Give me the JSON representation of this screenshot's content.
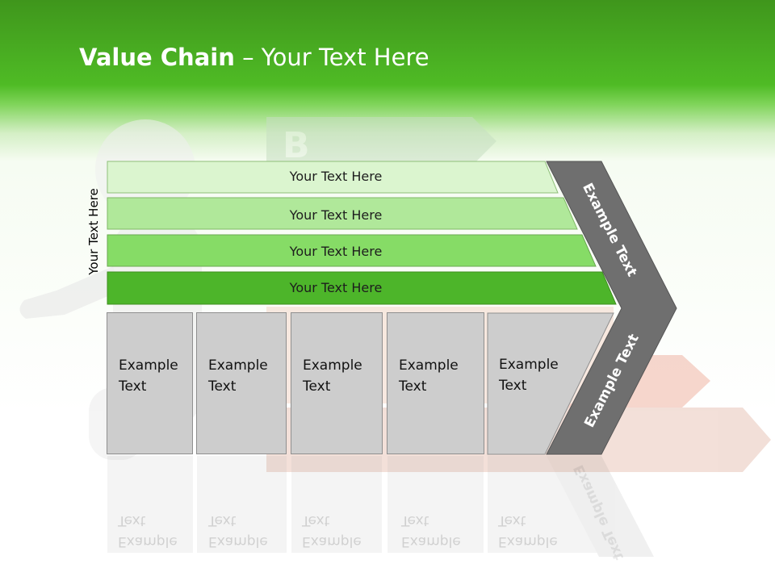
{
  "title": {
    "bold": "Value Chain",
    "rest": " – Your Text Here"
  },
  "side_label": "Your Text Here",
  "bars": [
    {
      "label": "Your Text Here",
      "color": "#dbf5cf"
    },
    {
      "label": "Your Text Here",
      "color": "#b0e89a"
    },
    {
      "label": "Your Text Here",
      "color": "#86dc66"
    },
    {
      "label": "Your Text Here",
      "color": "#4db52a"
    }
  ],
  "boxes": [
    {
      "line1": "Example",
      "line2": "Text"
    },
    {
      "line1": "Example",
      "line2": "Text"
    },
    {
      "line1": "Example",
      "line2": "Text"
    },
    {
      "line1": "Example",
      "line2": "Text"
    },
    {
      "line1": "Example",
      "line2": "Text"
    }
  ],
  "chevron": {
    "upper": "Example Text",
    "lower": "Example Text",
    "color": "#6f6f6f"
  },
  "colors": {
    "header_green": "#4fbb25",
    "box_fill": "#cdcdcd"
  }
}
